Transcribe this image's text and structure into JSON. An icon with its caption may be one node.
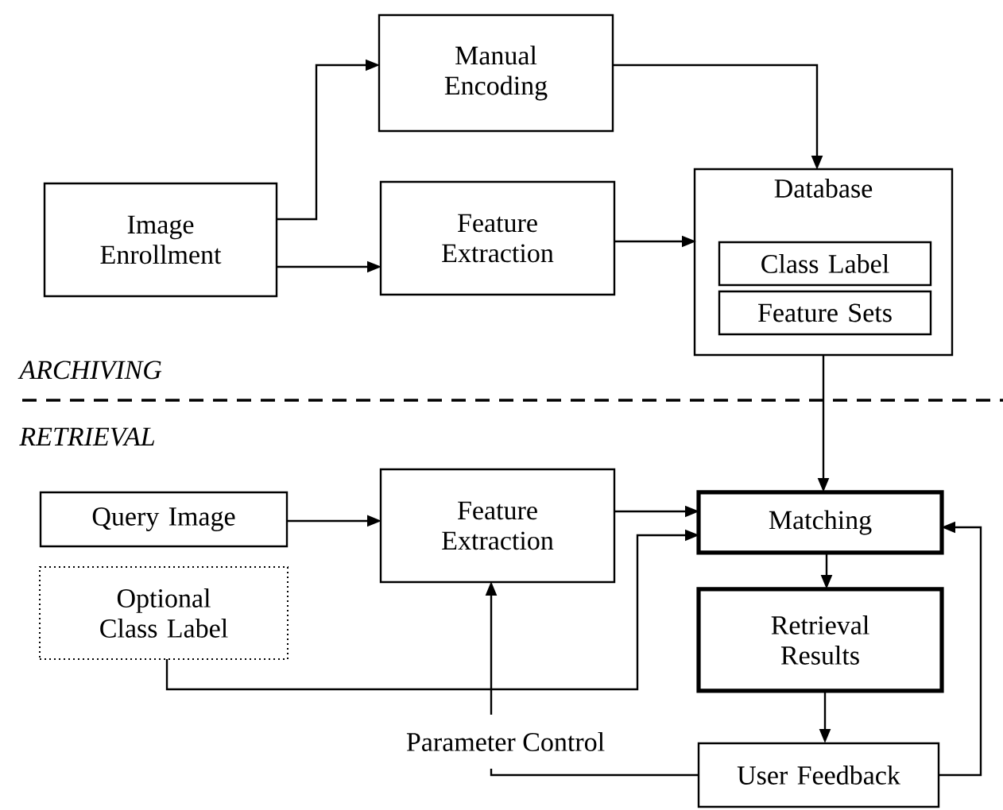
{
  "diagram": {
    "nodes": [
      {
        "text": [
          "Manual Encoding"
        ]
      },
      {
        "text": [
          "Image Enrollment"
        ]
      },
      {
        "text": [
          "Feature Extraction"
        ]
      },
      {
        "text": [
          "Database"
        ]
      },
      {
        "text": [
          "Class Label"
        ],
        "in": 3
      },
      {
        "text": [
          "Feature Sets"
        ],
        "in": 3
      },
      {
        "text": [
          "Query Image"
        ]
      },
      {
        "text": [
          "Feature Extraction"
        ]
      },
      {
        "text": [
          "Matching"
        ]
      },
      {
        "text": [
          "Optional Class Label"
        ]
      },
      {
        "text": [
          "Retrieval Results"
        ]
      },
      {
        "text": [
          "Parameter Control"
        ]
      },
      {
        "text": [
          "User Feedback"
        ]
      }
    ],
    "edges": [
      {
        "from": 1,
        "to": 0,
        "arrow": "to"
      },
      {
        "from": 1,
        "to": 2,
        "arrow": "to"
      },
      {
        "from": 0,
        "to": 3,
        "arrow": "to"
      },
      {
        "from": 2,
        "to": 3,
        "arrow": "to"
      },
      {
        "from": 3,
        "to": 8,
        "arrow": "to"
      },
      {
        "from": 6,
        "to": 7,
        "arrow": "to"
      },
      {
        "from": 7,
        "to": 8,
        "arrow": "to"
      },
      {
        "from": 9,
        "to": 8,
        "arrow": "to"
      },
      {
        "from": 8,
        "to": 10,
        "arrow": "to"
      },
      {
        "from": 10,
        "to": 12,
        "arrow": "to"
      },
      {
        "from": 12,
        "to": 8,
        "arrow": "to"
      },
      {
        "from": 12,
        "to": 11,
        "arrow": "none"
      },
      {
        "from": 11,
        "to": 7,
        "arrow": "to"
      }
    ],
    "labels": [
      "ARCHIVING",
      "RETRIEVAL"
    ]
  }
}
